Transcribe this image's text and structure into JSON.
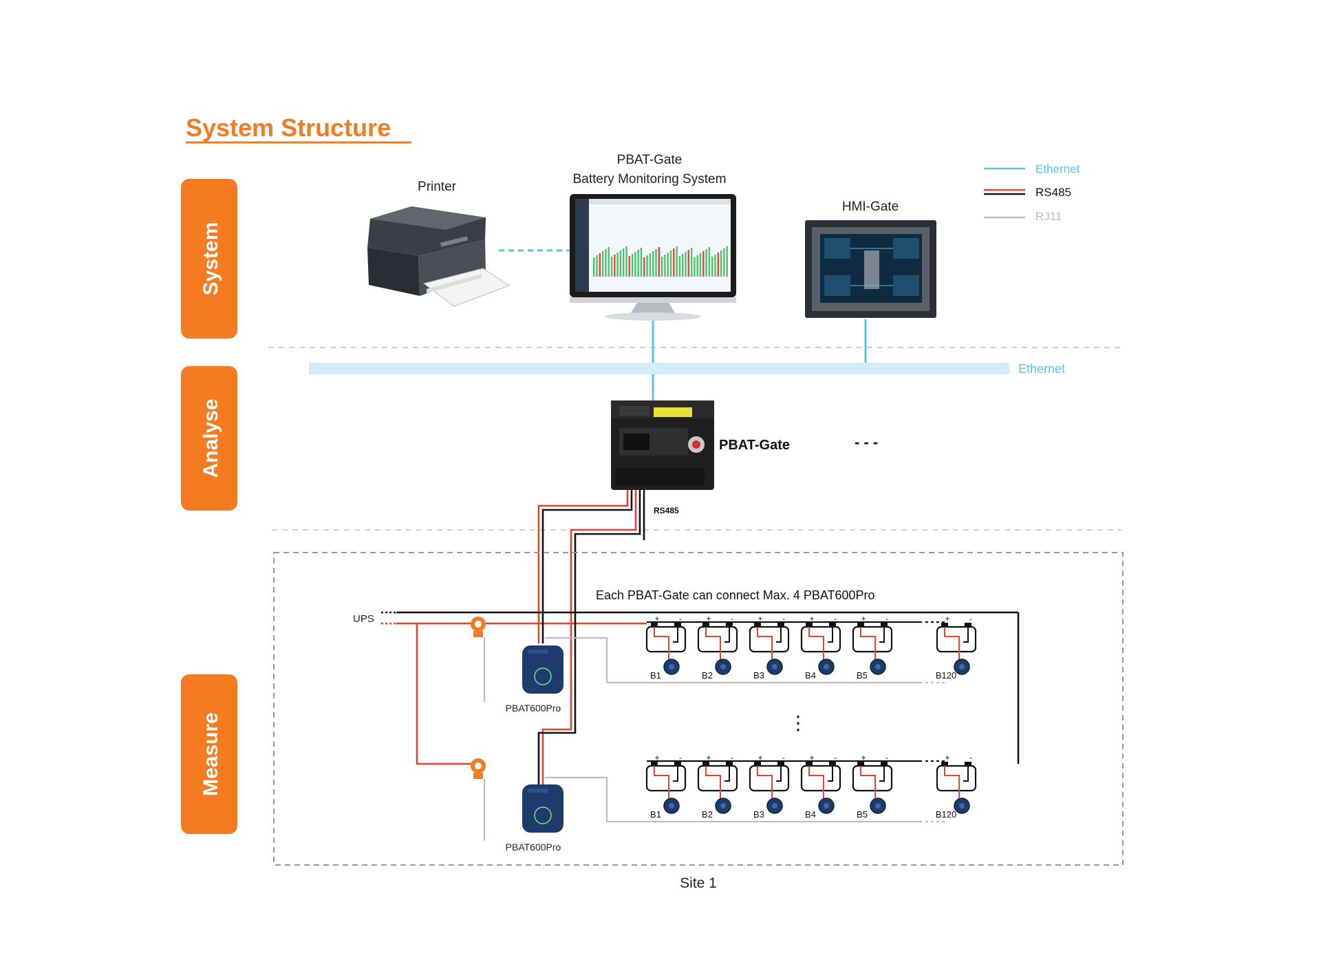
{
  "title": "System Structure",
  "colors": {
    "accent": "#F47B20",
    "ethernet": "#5BC3E3",
    "ethernet_bus": "#D3EDF8",
    "rs485_red": "#E5432B",
    "rs485_black": "#111111",
    "rj11": "#BDBDBD",
    "device_blue": "#1D3B6B",
    "sensor_orange": "#F47B20"
  },
  "layers": [
    "System",
    "Analyse",
    "Measure"
  ],
  "legend": [
    {
      "label": "Ethernet",
      "type": "ethernet"
    },
    {
      "label": "RS485",
      "type": "rs485"
    },
    {
      "label": "RJ11",
      "type": "rj11"
    }
  ],
  "devices": {
    "printer": "Printer",
    "monitor_line1": "PBAT-Gate",
    "monitor_line2": "Battery Monitoring System",
    "hmi": "HMI-Gate",
    "gateway": "PBAT-Gate",
    "gateway_more": "- - -"
  },
  "labels": {
    "ethernet_bus": "Ethernet",
    "rs485": "RS485",
    "note": "Each PBAT-Gate can connect Max. 4 PBAT600Pro",
    "ups": "UPS",
    "module": "PBAT600Pro",
    "ellipsis": "⋮",
    "site": "Site 1"
  },
  "battery_strings": [
    {
      "labels": [
        "B1",
        "B2",
        "B3",
        "B4",
        "B5",
        "B120"
      ]
    },
    {
      "labels": [
        "B1",
        "B2",
        "B3",
        "B4",
        "B5",
        "B120"
      ]
    }
  ],
  "icons": [
    "printer-icon",
    "monitor-icon",
    "hmi-panel-icon",
    "din-rail-gateway-icon",
    "pbat600pro-icon",
    "current-sensor-icon",
    "battery-icon",
    "battery-sensor-icon"
  ]
}
